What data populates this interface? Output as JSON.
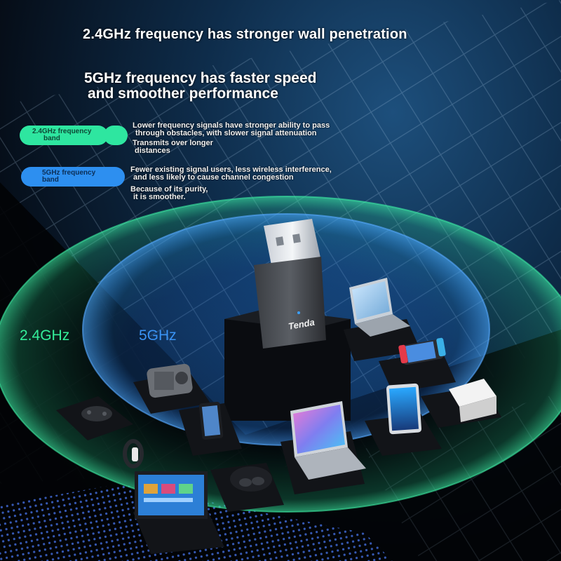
{
  "headlines": {
    "wall_penetration": "2.4GHz frequency has stronger wall penetration",
    "faster_speed": [
      "5GHz frequency has faster speed",
      "and smoother performance"
    ]
  },
  "legend": {
    "band_24": {
      "label": [
        "2.4GHz frequency",
        "band"
      ],
      "color": "#2ee6a0",
      "notes": [
        [
          "Lower frequency signals have stronger ability to pass",
          "through obstacles, with slower signal attenuation"
        ],
        [
          "Transmits over longer",
          "distances"
        ]
      ]
    },
    "band_5": {
      "label": [
        "5GHz frequency",
        "band"
      ],
      "color": "#2d8ff0",
      "notes": [
        [
          "Fewer existing signal users, less wireless interference,",
          "and less likely to cause channel congestion"
        ],
        [
          "Because of its purity,",
          "it is smoother."
        ]
      ]
    }
  },
  "band_labels": {
    "low": {
      "text": "2.4GHz",
      "color": "#33ee99"
    },
    "high": {
      "text": "5GHz",
      "color": "#3a93f5"
    }
  },
  "adapter": {
    "brand": "Tenda",
    "icon": "usb-wifi-adapter-icon"
  },
  "devices": [
    "laptop-icon",
    "game-console-icon",
    "smart-speaker-icon",
    "gamepad-icon",
    "smartphone-icon",
    "laptop-icon",
    "tablet-icon",
    "router-icon",
    "fitness-band-icon",
    "vr-headset-icon",
    "smart-tv-icon"
  ]
}
